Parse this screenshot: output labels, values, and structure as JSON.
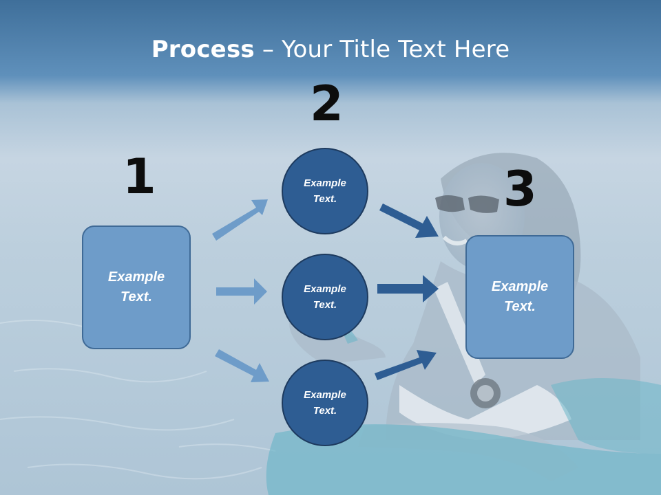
{
  "title": {
    "bold": "Process",
    "rest": " – Your Title Text Here"
  },
  "steps": [
    "1",
    "2",
    "3"
  ],
  "input_box": {
    "line1": "Example",
    "line2": "Text."
  },
  "circles": [
    {
      "line1": "Example",
      "line2": "Text."
    },
    {
      "line1": "Example",
      "line2": "Text."
    },
    {
      "line1": "Example",
      "line2": "Text."
    }
  ],
  "output_box": {
    "line1": "Example",
    "line2": "Text."
  },
  "colors": {
    "light_arrow": "#6e9cc9",
    "dark_arrow": "#2e5d93",
    "circle_fill": "#2e5d93",
    "box_fill": "#6e9cc9"
  }
}
